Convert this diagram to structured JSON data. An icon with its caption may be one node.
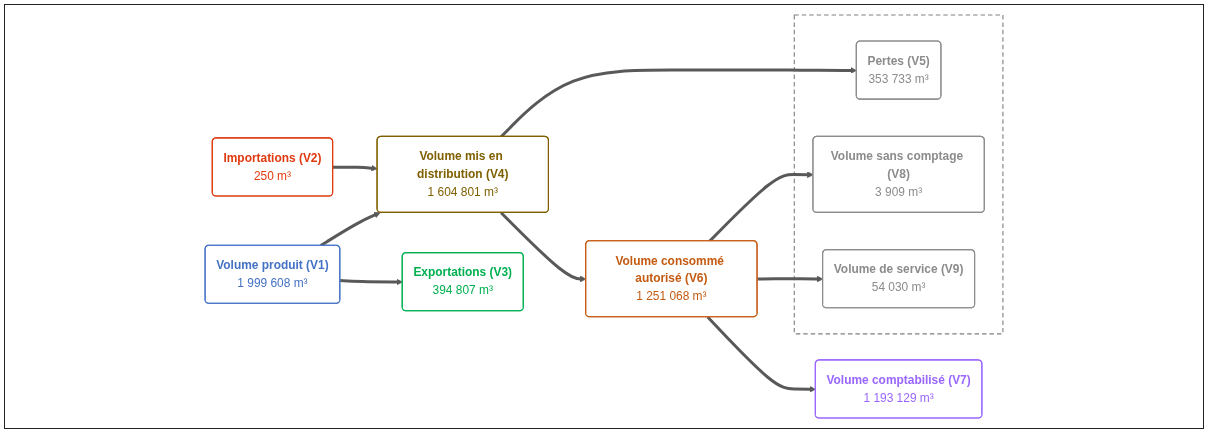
{
  "diagram": {
    "nodes": [
      {
        "text": [
          "Volume produit (V1)",
          "1 999 608 m³"
        ]
      },
      {
        "text": [
          "Volume mis en distribution (V4)",
          "1 604 801 m³"
        ]
      },
      {
        "text": [
          "Volume consommé autorisé (V6)",
          "1 251 068 m³"
        ]
      },
      {
        "text": [
          "Volume comptabilisé (V7)",
          "1 193 129 m³"
        ]
      },
      {
        "text": [
          "Importations (V2)",
          "250 m³"
        ]
      },
      {
        "text": [
          "Exportations (V3)",
          "394 807 m³"
        ]
      },
      {
        "text": [],
        "shape": "box"
      },
      {
        "text": [
          "Pertes (V5)",
          "353 733 m³"
        ],
        "in": 6
      },
      {
        "text": [
          "Volume sans comptage (V8)",
          "3 909 m³"
        ],
        "in": 6
      },
      {
        "text": [
          "Volume de service (V9)",
          "54 030 m³"
        ],
        "in": 6
      }
    ],
    "edges": [
      {
        "from": 0,
        "to": 1,
        "arrow": "to"
      },
      {
        "from": 4,
        "to": 1,
        "arrow": "to"
      },
      {
        "from": 0,
        "to": 5,
        "arrow": "to"
      },
      {
        "from": 1,
        "to": 2,
        "arrow": "to"
      },
      {
        "from": 1,
        "to": 7,
        "arrow": "to"
      },
      {
        "from": 2,
        "to": 3,
        "arrow": "to"
      },
      {
        "from": 2,
        "to": 8,
        "arrow": "to"
      },
      {
        "from": 2,
        "to": 9,
        "arrow": "to"
      }
    ]
  }
}
